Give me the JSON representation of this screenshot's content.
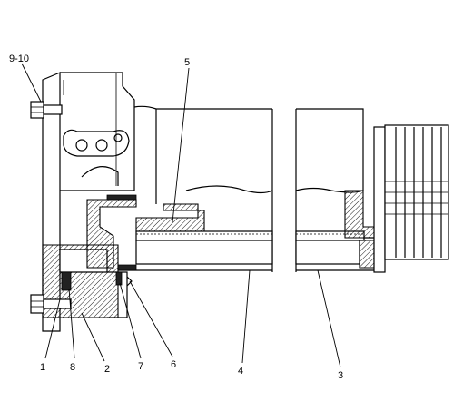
{
  "callouts": {
    "c9_10": "9-10",
    "c5": "5",
    "c1": "1",
    "c8": "8",
    "c2": "2",
    "c7": "7",
    "c6": "6",
    "c4": "4",
    "c3": "3"
  }
}
